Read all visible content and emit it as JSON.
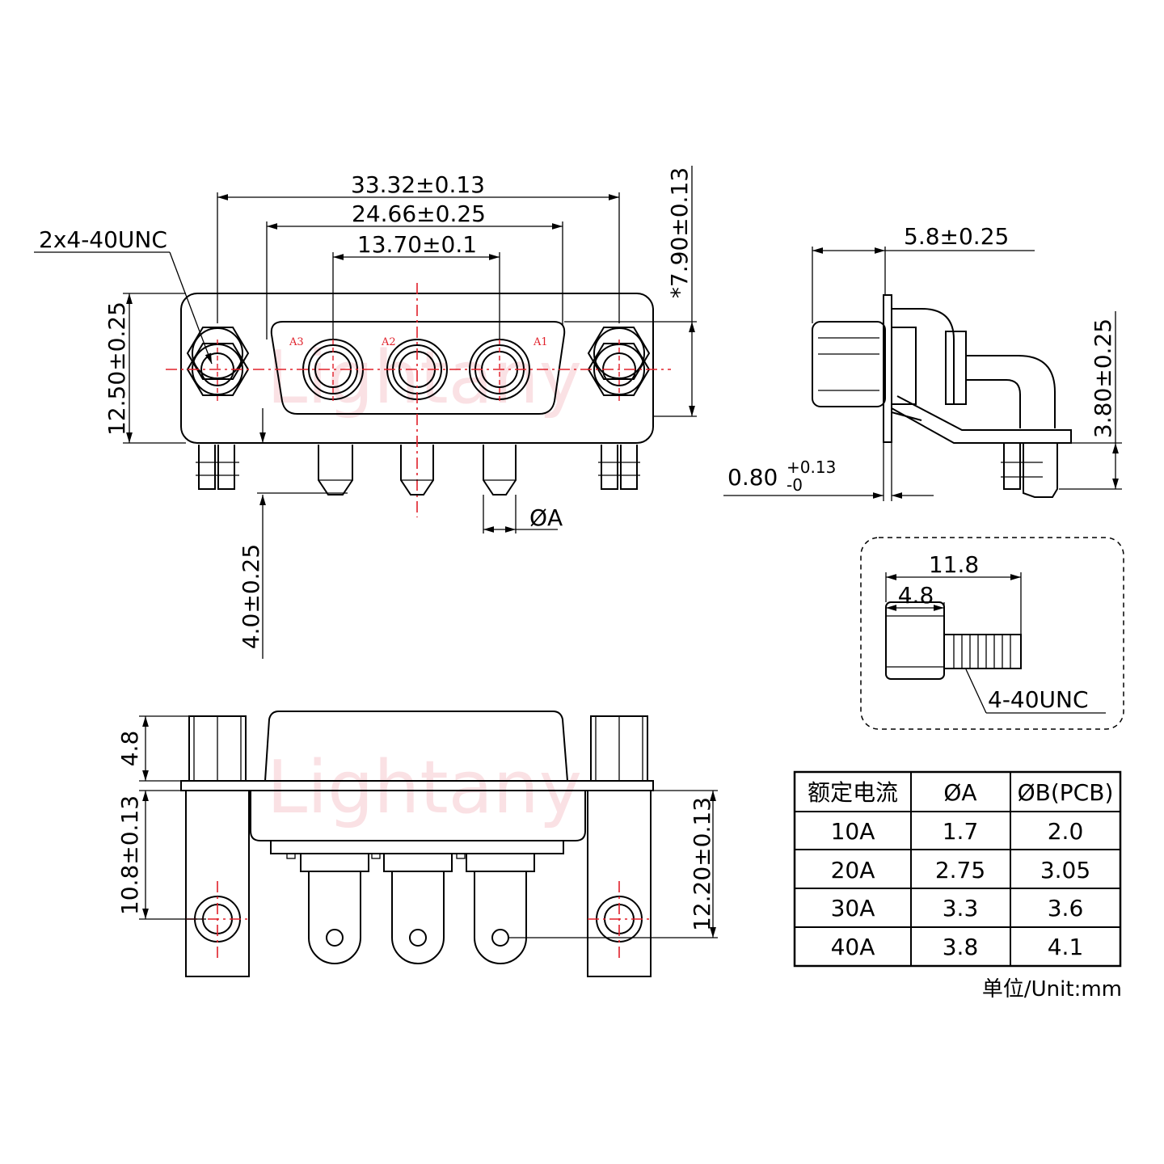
{
  "watermark": "Lightany",
  "front_view": {
    "dim_overall_pitch": "33.32±0.13",
    "dim_shell": "24.66±0.25",
    "dim_pin_pitch": "13.70±0.1",
    "dim_height_shell": "*7.90±0.13",
    "dim_height_total": "12.50±0.25",
    "dim_pin_length": "4.0±0.25",
    "label_screw": "2x4-40UNC",
    "label_pin_dia": "ØA",
    "pin_labels": [
      "A3",
      "A2",
      "A1"
    ]
  },
  "side_view": {
    "dim_depth": "5.8±0.25",
    "dim_plate": "0.80",
    "dim_plate_tol_upper": "+0.13",
    "dim_plate_tol_lower": "-0",
    "dim_height": "3.80±0.25"
  },
  "detail_view": {
    "dim_total": "11.8",
    "dim_hex": "4.8",
    "label_thread": "4-40UNC"
  },
  "bottom_view": {
    "dim_hex_height": "4.8",
    "dim_left": "10.8±0.13",
    "dim_right": "12.20±0.13"
  },
  "table": {
    "headers": [
      "额定电流",
      "ØA",
      "ØB(PCB)"
    ],
    "rows": [
      [
        "10A",
        "1.7",
        "2.0"
      ],
      [
        "20A",
        "2.75",
        "3.05"
      ],
      [
        "30A",
        "3.3",
        "3.6"
      ],
      [
        "40A",
        "3.8",
        "4.1"
      ]
    ],
    "unit": "单位/Unit:mm"
  }
}
